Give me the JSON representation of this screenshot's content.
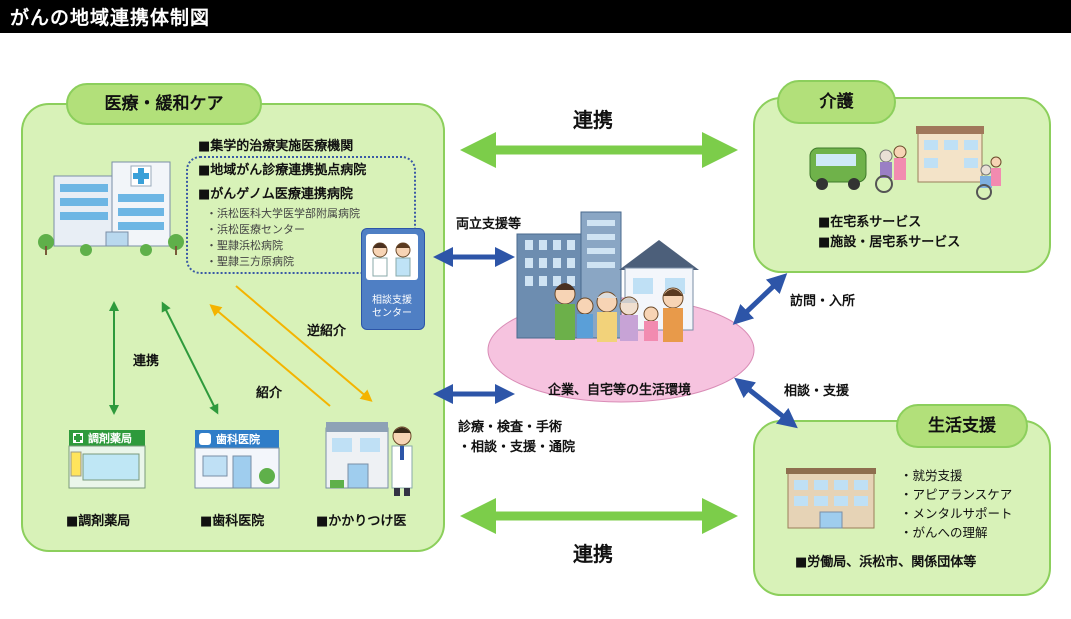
{
  "title": "がんの地域連携体制図",
  "medical": {
    "header": "医療・緩和ケア",
    "institutions": [
      "■集学的治療実施医療機関",
      "■地域がん診療連携拠点病院",
      "■がんゲノム医療連携病院"
    ],
    "hospitals": [
      "・浜松医科大学医学部附属病院",
      "・浜松医療センター",
      "・聖隷浜松病院",
      "・聖隷三方原病院"
    ],
    "consult_center": [
      "相談支援",
      "センター"
    ],
    "link_label": "連携",
    "referral_label": "紹介",
    "reverse_referral_label": "逆紹介",
    "pharmacy_sign": "調剤薬局",
    "dental_sign": "歯科医院",
    "pharmacy": "■調剤薬局",
    "dental": "■歯科医院",
    "gp": "■かかりつけ医"
  },
  "center": {
    "top_link": "連携",
    "bottom_link": "連携",
    "balance_support": "両立支援等",
    "exam_label_1": "診療・検査・手術",
    "exam_label_2": "・相談・支援・通院",
    "environment": "企業、自宅等の生活環境"
  },
  "care": {
    "header": "介護",
    "services": [
      "■在宅系サービス",
      "■施設・居宅系サービス"
    ],
    "visit_label": "訪問・入所"
  },
  "life": {
    "header": "生活支援",
    "consult_label": "相談・支援",
    "items": [
      "・就労支援",
      "・アピアランスケア",
      "・メンタルサポート",
      "・がんへの理解"
    ],
    "orgs": "■労働局、浜松市、関係団体等"
  },
  "colors": {
    "panel_fill": "#d8f2b8",
    "panel_border": "#8ccf5c",
    "green_arrow": "#7ccd4a",
    "blue_arrow": "#2d55a8",
    "orange_arrow": "#f4b400",
    "ellipse": "#f6c3df"
  }
}
